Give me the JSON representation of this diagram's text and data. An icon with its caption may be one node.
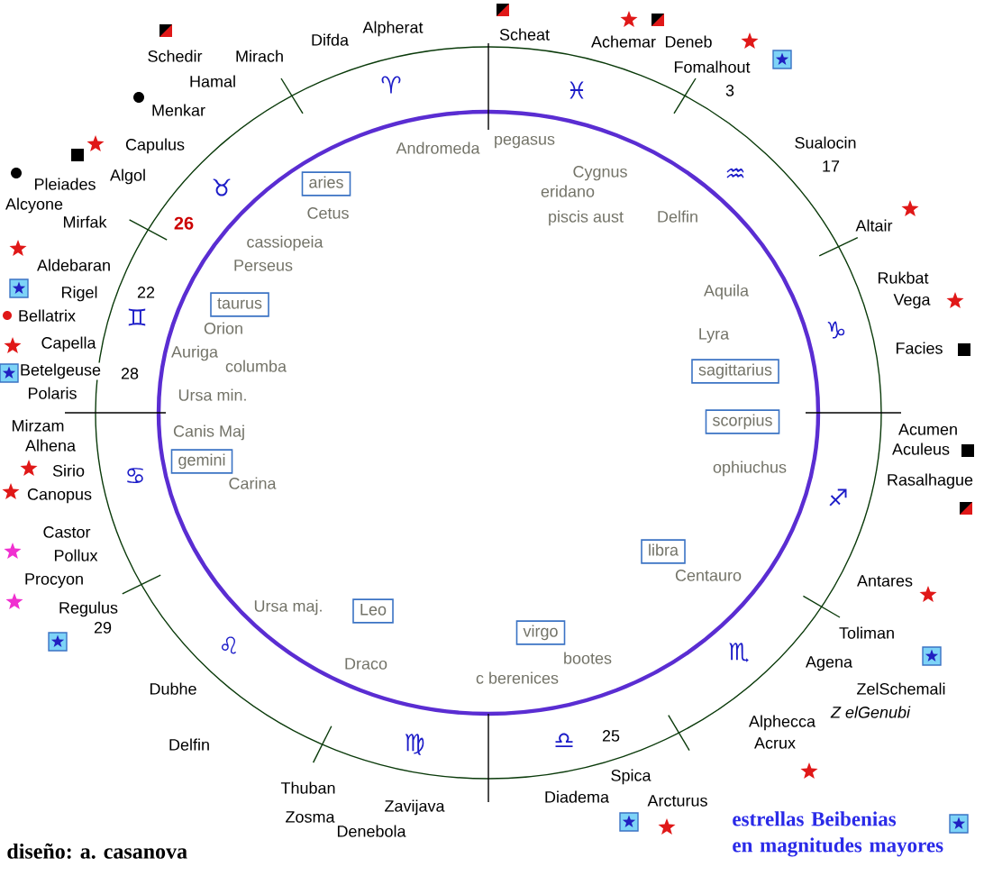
{
  "diagram": {
    "nodes": [
      {
        "text": [
          "aries"
        ]
      },
      {
        "text": [
          "taurus"
        ]
      },
      {
        "text": [
          "sagittarius"
        ]
      },
      {
        "text": [
          "scorpius"
        ]
      },
      {
        "text": [
          "gemini"
        ]
      },
      {
        "text": [
          "libra"
        ]
      },
      {
        "text": [
          "Leo"
        ]
      },
      {
        "text": [
          "virgo"
        ]
      }
    ],
    "labels": [
      "Alpherat",
      "Scheat",
      "Difda",
      "Achemar",
      "Deneb",
      "Schedir",
      "Mirach",
      "Fomalhout",
      "Hamal",
      "♈",
      "♓",
      "3",
      "Menkar",
      "pegasus",
      "Sualocin",
      "Capulus",
      "Andromeda",
      "17",
      "Cygnus",
      "♒",
      "Algol",
      "Pleiades",
      "♉",
      "eridano",
      "Alcyone",
      "Cetus",
      "piscis aust",
      "Delfin",
      "Mirfak",
      "26",
      "Altair",
      "cassiopeia",
      "Aldebaran",
      "Perseus",
      "Rukbat",
      "Aquila",
      "Rigel",
      "22",
      "Vega",
      "Bellatrix",
      "♊",
      "Orion",
      "♑",
      "Lyra",
      "Capella",
      "Facies",
      "Auriga",
      "columba",
      "Betelgeuse",
      "28",
      "Polaris",
      "Ursa min.",
      "Mirzam",
      "Acumen",
      "Canis Maj",
      "Alhena",
      "Aculeus",
      "ophiuchus",
      "Sirio",
      "♋",
      "Rasalhague",
      "Carina",
      "Canopus",
      "♐",
      "Castor",
      "Pollux",
      "Centauro",
      "Procyon",
      "Antares",
      "Ursa maj.",
      "Regulus",
      "29",
      "Toliman",
      "♌",
      "♏",
      "bootes",
      "Agena",
      "Draco",
      "c berenices",
      "Dubhe",
      "ZelSchemali",
      "Z elGenubi",
      "Alphecca",
      "25",
      "♎",
      "♍",
      "Acrux",
      "Delfin",
      "Spica",
      "Thuban",
      "Diadema",
      "Arcturus",
      "Zavijava",
      "Zosma",
      "Denebola",
      "diseño: a. casanova"
    ],
    "legend": [
      {
        "text": "estrellas Beibenias en magnitudes mayores"
      }
    ]
  }
}
